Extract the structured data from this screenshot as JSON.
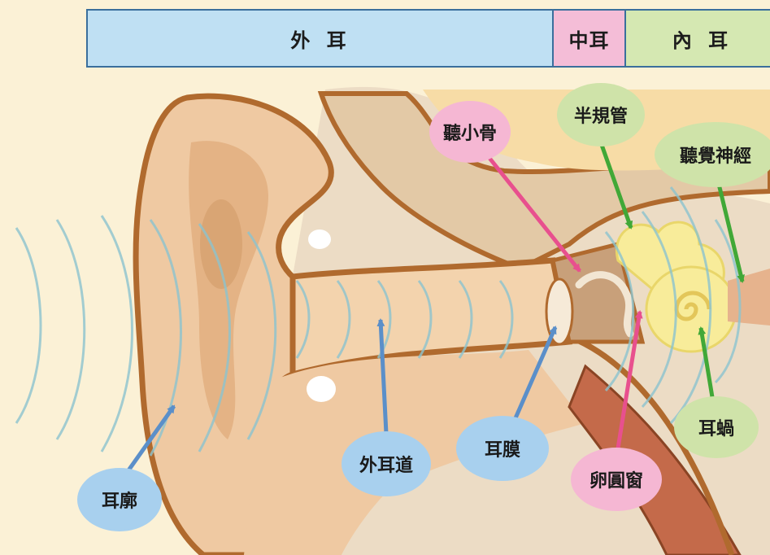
{
  "regions": {
    "outer": "外 耳",
    "middle": "中耳",
    "inner": "內 耳"
  },
  "labels": {
    "ossicles": "聽小骨",
    "semicircular_canals": "半規管",
    "auditory_nerve": "聽覺神經",
    "cochlea": "耳蝸",
    "oval_window": "卵圓窗",
    "eardrum": "耳膜",
    "ear_canal": "外耳道",
    "auricle": "耳廓"
  },
  "colors": {
    "outer_ear": "#bfe0f3",
    "middle_ear": "#f4bdd7",
    "inner_ear": "#d5e8b2",
    "outer_arrow": "#5b8fc9",
    "middle_arrow": "#e8508e",
    "inner_arrow": "#41a837"
  }
}
